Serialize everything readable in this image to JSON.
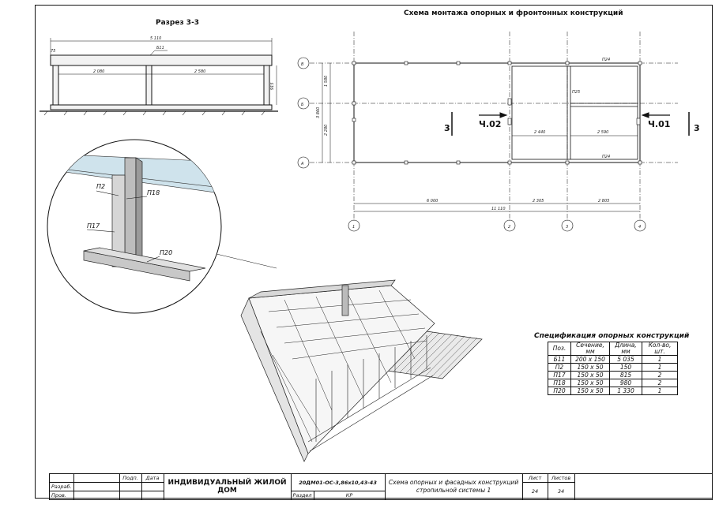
{
  "section_title": "Разрез 3-3",
  "plan_title": "Схема монтажа опорных и фронтонных конструкций",
  "section": {
    "overall": "5 110",
    "left_span": "2 080",
    "right_span": "2 580",
    "edge": "75",
    "height": "915",
    "beam_label": "Б11"
  },
  "plan": {
    "axes_letters": [
      "В",
      "Б",
      "А"
    ],
    "axes_numbers": [
      "1",
      "2",
      "3",
      "4"
    ],
    "vert_dims": [
      "1 580",
      "2 280",
      "3 860"
    ],
    "horiz_dims": [
      "6 000",
      "2 305",
      "2 805"
    ],
    "total": "11 110",
    "cut_marks": [
      "3",
      "3"
    ],
    "view_marks": [
      "Ч.02",
      "Ч.01"
    ],
    "small_labels": [
      "П24",
      "П25",
      "П24",
      "2 440",
      "2 590"
    ]
  },
  "detail_labels": [
    "П2",
    "П18",
    "П17",
    "П20"
  ],
  "spec": {
    "title": "Спецификация опорных конструкций",
    "headers": [
      "Поз.",
      "Сечение, мм",
      "Длина, мм",
      "Кол-во, шт."
    ],
    "rows": [
      [
        "Б11",
        "200 х 150",
        "5 035",
        "1"
      ],
      [
        "П2",
        "150 х 50",
        "150",
        "1"
      ],
      [
        "П17",
        "150 х 50",
        "815",
        "2"
      ],
      [
        "П18",
        "150 х 50",
        "980",
        "2"
      ],
      [
        "П20",
        "150 х 50",
        "1 330",
        "1"
      ]
    ]
  },
  "stamp": {
    "podp": "Подп.",
    "data": "Дата",
    "razrab": "Разраб.",
    "prov": "Пров.",
    "object": "ИНДИВИДУАЛЬНЫЙ ЖИЛОЙ ДОМ",
    "code": "20ДМ01-ОС-3,86х10,43-43",
    "razdel_label": "Раздел",
    "razdel": "КР",
    "description_1": "Схема опорных и фасадных конструкций",
    "description_2": "стропильной системы 1",
    "list_label": "Лист",
    "lists_label": "Листов",
    "list": "24",
    "lists": "34"
  }
}
